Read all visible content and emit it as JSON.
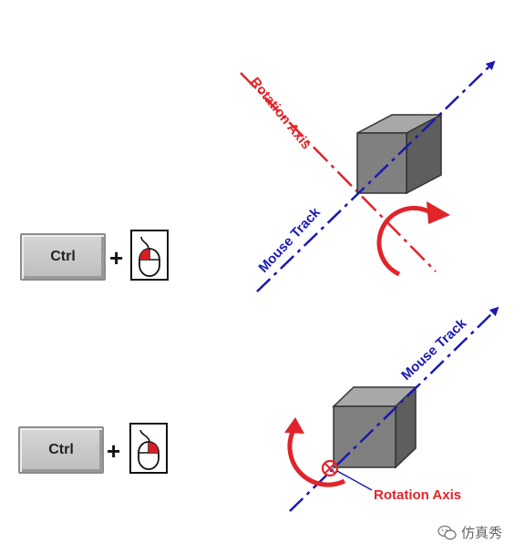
{
  "panels": [
    {
      "key_label": "Ctrl",
      "plus": "+",
      "rotation_axis_label": "Rotation Axis",
      "mouse_track_label": "Mouse Track"
    },
    {
      "key_label": "Ctrl",
      "plus": "+",
      "mouse_track_label": "Mouse Track",
      "rotation_axis_label": "Rotation Axis"
    }
  ],
  "watermark": {
    "text": "仿真秀",
    "icon": "wechat-icon"
  },
  "colors": {
    "rotation": "#e0242a",
    "mouse_track": "#1a1ab0",
    "cube": "#808080"
  }
}
